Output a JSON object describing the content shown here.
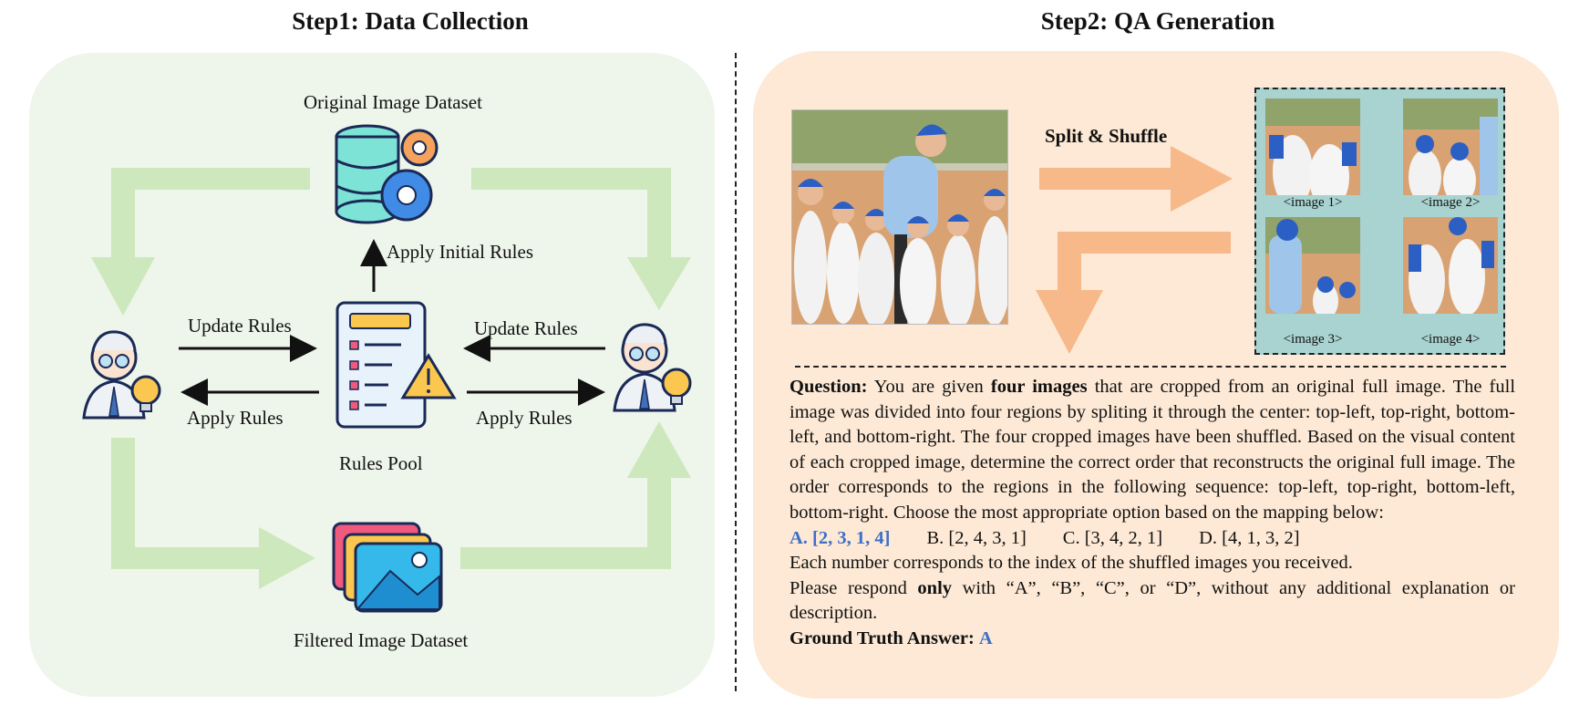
{
  "step1": {
    "title": "Step1: Data Collection",
    "original_dataset_label": "Original Image Dataset",
    "apply_initial_rules_label": "Apply Initial Rules",
    "update_rules_left_label": "Update Rules",
    "apply_rules_left_label": "Apply Rules",
    "update_rules_right_label": "Update Rules",
    "apply_rules_right_label": "Apply Rules",
    "rules_pool_label": "Rules Pool",
    "filtered_dataset_label": "Filtered Image Dataset"
  },
  "step2": {
    "title": "Step2: QA Generation",
    "split_shuffle_label": "Split & Shuffle",
    "tiles": [
      "<image 1>",
      "<image 2>",
      "<image 3>",
      "<image 4>"
    ],
    "question_prefix": "Question:",
    "question_part1": " You are given ",
    "question_bold": "four images",
    "question_part2": " that are cropped from an original full image. The full image was divided into four regions by spliting it through the center: top-left, top-right, bottom-left, and bottom-right. The four cropped images have been shuffled. Based on the visual content of each cropped image, determine the correct order that reconstructs the original full image. The order corresponds to the regions in the following sequence: top-left, top-right, bottom-left, bottom-right. Choose the most appropriate option based on the mapping below:",
    "options": [
      "A. [2, 3, 1, 4]",
      "B. [2, 4, 3, 1]",
      "C. [3, 4, 2, 1]",
      "D. [4, 1, 3, 2]"
    ],
    "index_note": "Each number corresponds to the index of the shuffled images you received.",
    "respond_prefix": "Please respond ",
    "respond_bold": "only",
    "respond_suffix": " with “A”, “B”, “C”, or “D”, without any additional explanation or description.",
    "answer_label": "Ground Truth Answer:",
    "answer_value": "A"
  },
  "colors": {
    "green_panel": "#eef5ea",
    "green_arrow": "#cde8bd",
    "orange_panel": "#fde9d5",
    "orange_arrow": "#f7b98a",
    "highlight_blue": "#3d6fc7",
    "tile_bg": "#a9d3d0"
  }
}
